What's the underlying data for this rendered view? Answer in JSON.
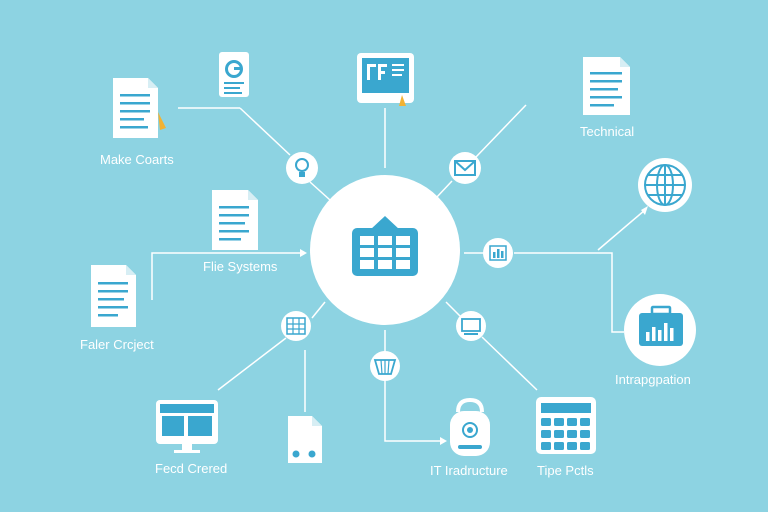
{
  "labels": {
    "make_courts": "Make Coarts",
    "technical": "Technical",
    "file_systems": "Flie Systems",
    "folder_project": "Faler Crcject",
    "integration": "Intrapgpation",
    "feed_created": "Fecd Crered",
    "it_infrastructure": "IT Iradructure",
    "tipe_posts": "Tipe Pctls"
  },
  "colors": {
    "background": "#8dd3e2",
    "line": "#ffffff",
    "accent": "#3aa7cf",
    "highlight": "#f2b233"
  },
  "icons": {
    "center": "server-hub-icon",
    "nodes": [
      "document-icon",
      "google-doc-icon",
      "presentation-monitor-icon",
      "document-icon",
      "lightbulb-icon",
      "email-icon",
      "globe-icon",
      "document-icon",
      "chart-icon",
      "document-icon",
      "grid-icon",
      "network-device-icon",
      "chart-briefcase-icon",
      "monitor-icon",
      "bucket-icon",
      "file-icon",
      "lock-icon",
      "calculator-icon"
    ]
  }
}
